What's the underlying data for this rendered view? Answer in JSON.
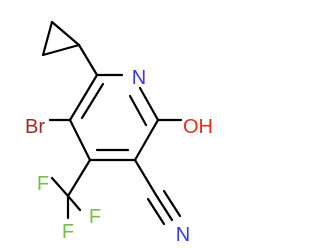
{
  "molecule": {
    "atoms": {
      "ring_n": {
        "text": "N",
        "color": "#3a3ae6"
      },
      "hydroxyl": {
        "text": "OH",
        "color": "#ee2a1c"
      },
      "bromine": {
        "text": "Br",
        "color": "#a12a2a"
      },
      "nitrile_n": {
        "text": "N",
        "color": "#3a3ae6"
      },
      "fluorine_1": {
        "text": "F",
        "color": "#76c04a"
      },
      "fluorine_2": {
        "text": "F",
        "color": "#76c04a"
      },
      "fluorine_3": {
        "text": "F",
        "color": "#76c04a"
      }
    },
    "bond_color": "#000000"
  }
}
